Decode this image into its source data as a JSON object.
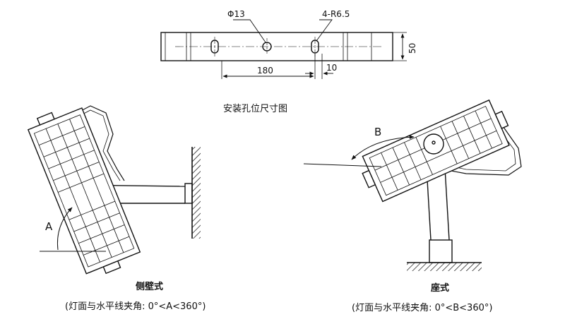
{
  "bracket": {
    "hole_diameter": "Φ13",
    "slot_spec": "4-R6.5",
    "dim_spacing": "180",
    "dim_slot": "10",
    "dim_height": "50",
    "caption": "安装孔位尺寸图"
  },
  "wall_mount": {
    "title": "侧壁式",
    "note": "(灯面与水平线夹角: 0°<A<360°)",
    "angle_label": "A"
  },
  "seat_mount": {
    "title": "座式",
    "note": "(灯面与水平线夹角: 0°<B<360°)",
    "angle_label": "B"
  }
}
